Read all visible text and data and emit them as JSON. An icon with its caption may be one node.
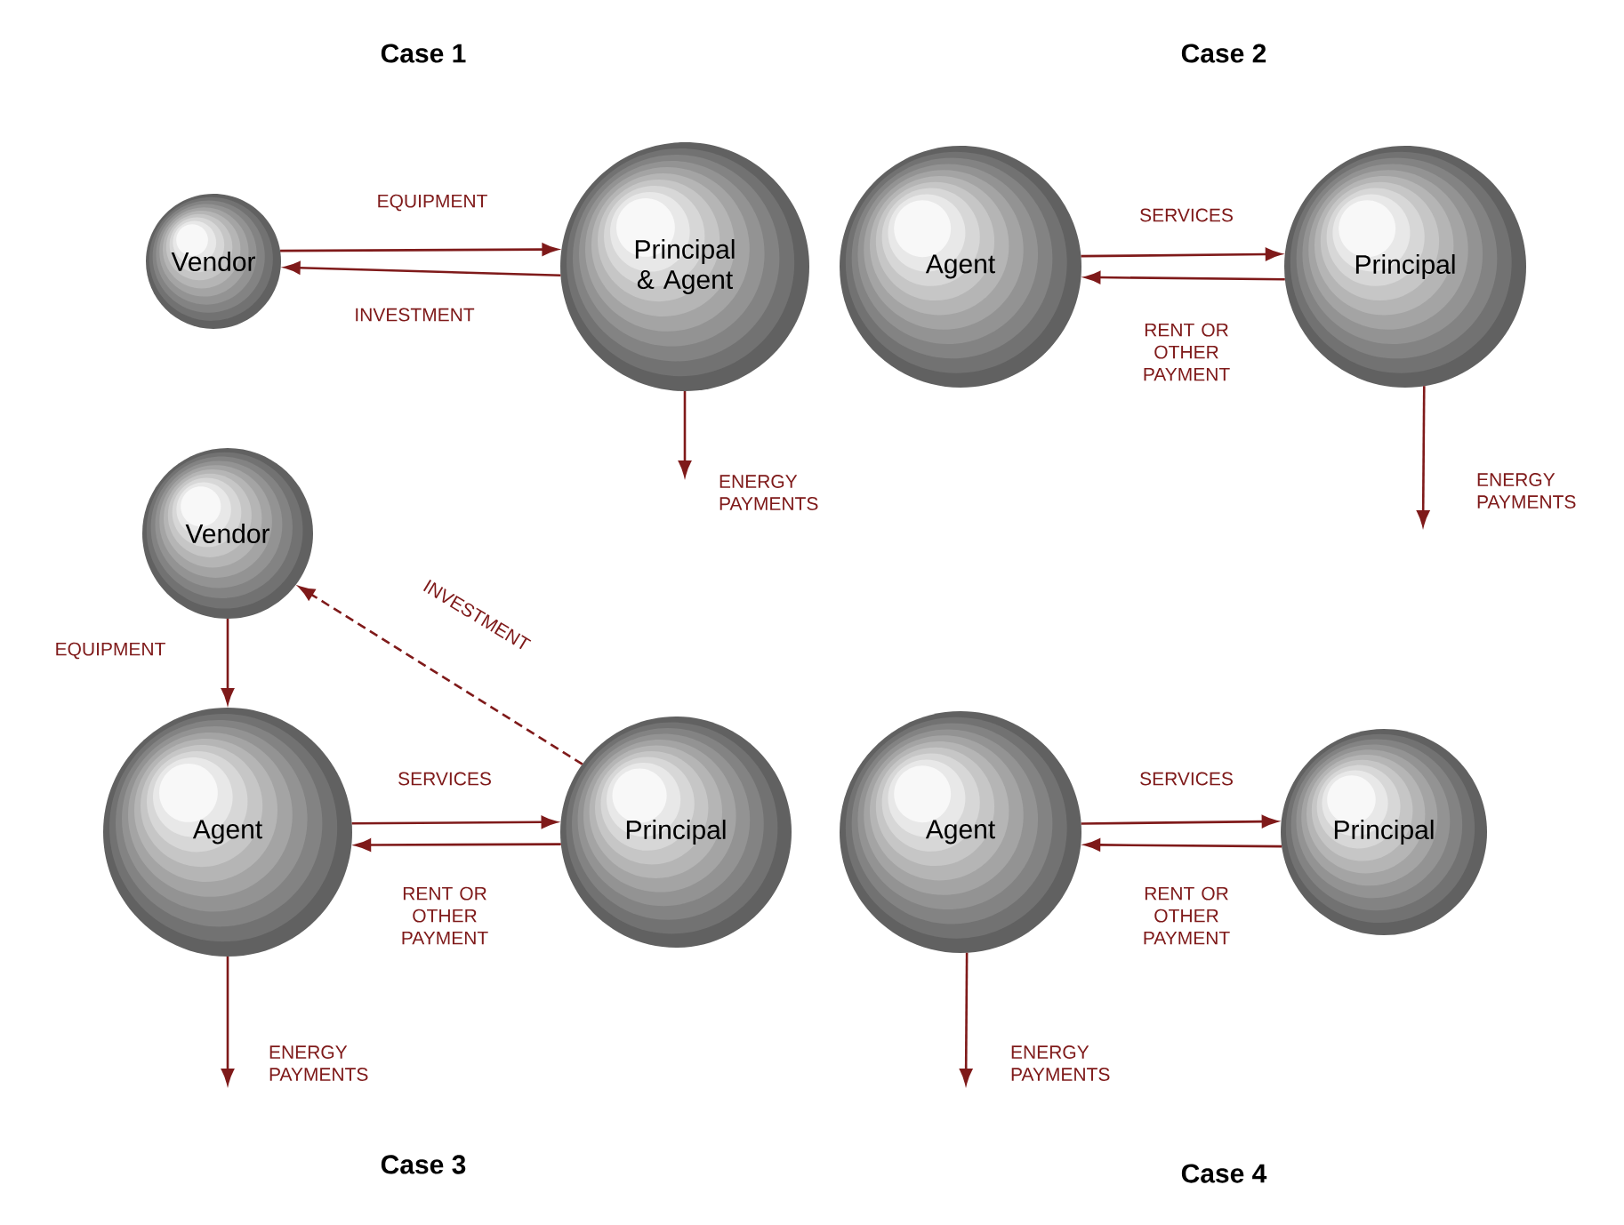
{
  "diagram": {
    "nodes": [
      {
        "text": [
          "Vendor"
        ]
      },
      {
        "text": [
          "Principal & Agent"
        ]
      },
      {
        "text": [
          "Agent"
        ]
      },
      {
        "text": [
          "Principal"
        ]
      },
      {
        "text": [
          "Vendor"
        ]
      },
      {
        "text": [
          "Agent"
        ]
      },
      {
        "text": [
          "Principal"
        ]
      },
      {
        "text": [
          "Agent"
        ]
      },
      {
        "text": [
          "Principal"
        ]
      }
    ],
    "edges": [
      {
        "from": 0,
        "to": 1,
        "arrow": "to",
        "label": "EQUIPMENT"
      },
      {
        "from": 1,
        "to": 0,
        "arrow": "to",
        "label": "INVESTMENT"
      },
      {
        "from": 1,
        "to": null,
        "arrow": "to",
        "label": "ENERGY PAYMENTS"
      },
      {
        "from": 2,
        "to": 3,
        "arrow": "to",
        "label": "SERVICES"
      },
      {
        "from": 3,
        "to": 2,
        "arrow": "to",
        "label": "RENT OR OTHER PAYMENT"
      },
      {
        "from": 3,
        "to": null,
        "arrow": "to",
        "label": "ENERGY PAYMENTS"
      },
      {
        "from": 4,
        "to": 5,
        "arrow": "to",
        "label": "EQUIPMENT"
      },
      {
        "from": 6,
        "to": 4,
        "arrow": "to",
        "label": "INVESTMENT",
        "style": "dashed"
      },
      {
        "from": 5,
        "to": 6,
        "arrow": "to",
        "label": "SERVICES"
      },
      {
        "from": 6,
        "to": 5,
        "arrow": "to",
        "label": "RENT OR OTHER PAYMENT"
      },
      {
        "from": 5,
        "to": null,
        "arrow": "to",
        "label": "ENERGY PAYMENTS"
      },
      {
        "from": 7,
        "to": 8,
        "arrow": "to",
        "label": "SERVICES"
      },
      {
        "from": 8,
        "to": 7,
        "arrow": "to",
        "label": "RENT OR OTHER PAYMENT"
      },
      {
        "from": 7,
        "to": null,
        "arrow": "to",
        "label": "ENERGY PAYMENTS"
      }
    ],
    "labels": [
      "Case 1",
      "Case 2",
      "Case 3",
      "Case 4"
    ]
  }
}
